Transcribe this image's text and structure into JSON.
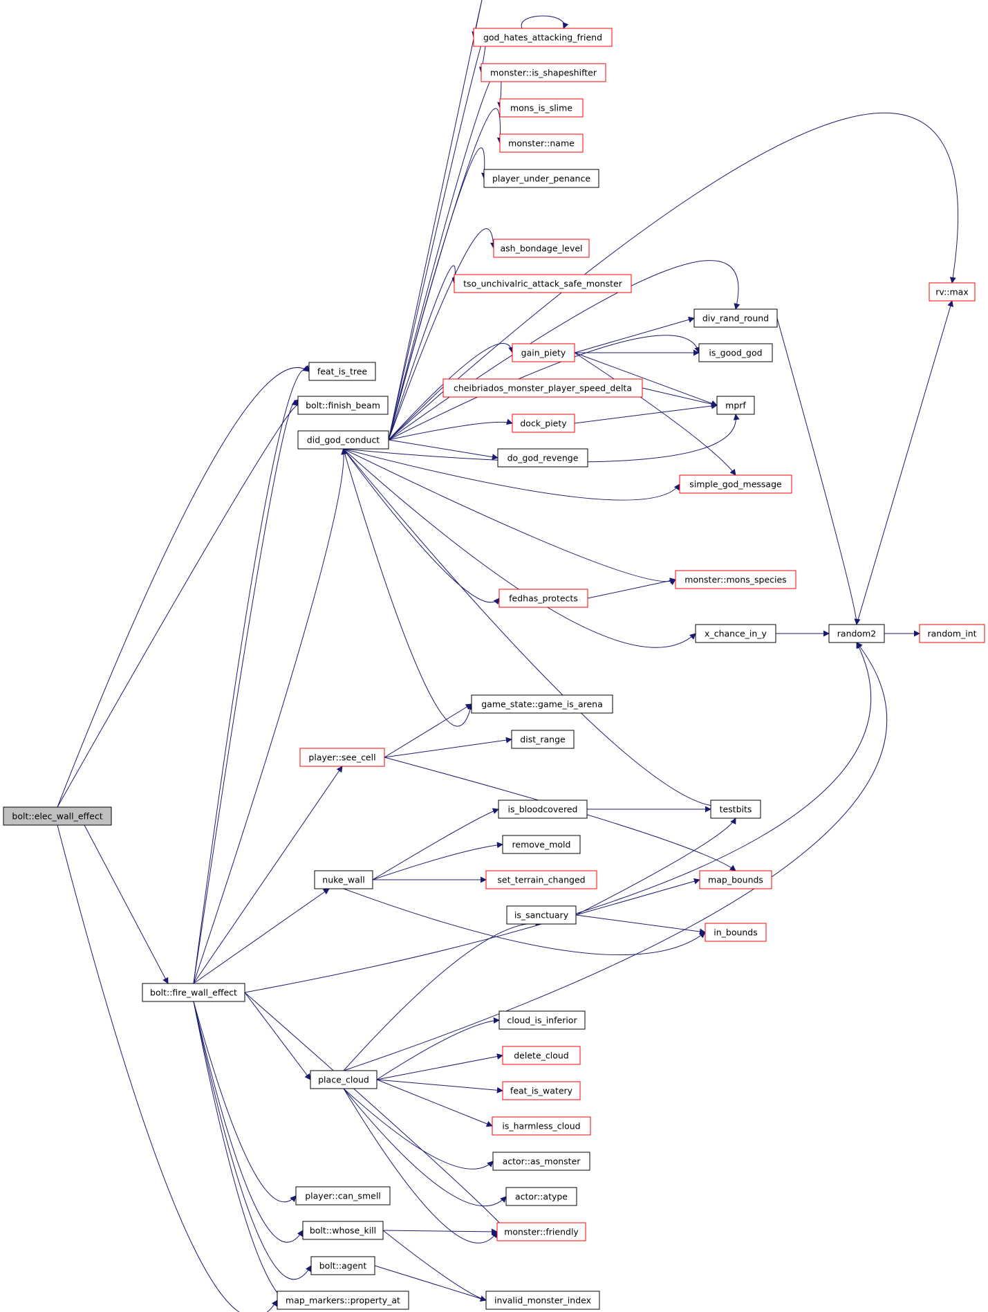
{
  "colors": {
    "edge": "#191970",
    "node_border_default": "#000000",
    "node_border_red": "#ff0000",
    "node_fill_root": "#bfbfbf",
    "node_fill": "#ffffff"
  },
  "nodes": [
    {
      "id": "elec",
      "label": "bolt::elec_wall_effect",
      "style": "root"
    },
    {
      "id": "fire",
      "label": "bolt::fire_wall_effect",
      "style": "black"
    },
    {
      "id": "feat_is_tree",
      "label": "feat_is_tree",
      "style": "black"
    },
    {
      "id": "finish_beam",
      "label": "bolt::finish_beam",
      "style": "black"
    },
    {
      "id": "did_god",
      "label": "did_god_conduct",
      "style": "black"
    },
    {
      "id": "god_hates",
      "label": "god_hates_attacking_friend",
      "style": "red"
    },
    {
      "id": "is_shapeshifter",
      "label": "monster::is_shapeshifter",
      "style": "red"
    },
    {
      "id": "mons_is_slime",
      "label": "mons_is_slime",
      "style": "red"
    },
    {
      "id": "monster_name",
      "label": "monster::name",
      "style": "red"
    },
    {
      "id": "player_under_penance",
      "label": "player_under_penance",
      "style": "black"
    },
    {
      "id": "ash_bondage",
      "label": "ash_bondage_level",
      "style": "red"
    },
    {
      "id": "tso_unchivalric",
      "label": "tso_unchivalric_attack_safe_monster",
      "style": "red"
    },
    {
      "id": "gain_piety",
      "label": "gain_piety",
      "style": "red"
    },
    {
      "id": "cheibriados",
      "label": "cheibriados_monster_player_speed_delta",
      "style": "red"
    },
    {
      "id": "dock_piety",
      "label": "dock_piety",
      "style": "red"
    },
    {
      "id": "do_god_revenge",
      "label": "do_god_revenge",
      "style": "black"
    },
    {
      "id": "div_rand_round",
      "label": "div_rand_round",
      "style": "black"
    },
    {
      "id": "is_good_god",
      "label": "is_good_god",
      "style": "black"
    },
    {
      "id": "mprf",
      "label": "mprf",
      "style": "black"
    },
    {
      "id": "simple_god_message",
      "label": "simple_god_message",
      "style": "red"
    },
    {
      "id": "mons_species",
      "label": "monster::mons_species",
      "style": "red"
    },
    {
      "id": "fedhas",
      "label": "fedhas_protects",
      "style": "red"
    },
    {
      "id": "x_chance",
      "label": "x_chance_in_y",
      "style": "black"
    },
    {
      "id": "random2",
      "label": "random2",
      "style": "black"
    },
    {
      "id": "random_int",
      "label": "random_int",
      "style": "red"
    },
    {
      "id": "rv_max",
      "label": "rv::max",
      "style": "red"
    },
    {
      "id": "game_is_arena",
      "label": "game_state::game_is_arena",
      "style": "black"
    },
    {
      "id": "see_cell",
      "label": "player::see_cell",
      "style": "red"
    },
    {
      "id": "dist_range",
      "label": "dist_range",
      "style": "black"
    },
    {
      "id": "testbits",
      "label": "testbits",
      "style": "black"
    },
    {
      "id": "is_bloodcovered",
      "label": "is_bloodcovered",
      "style": "black"
    },
    {
      "id": "remove_mold",
      "label": "remove_mold",
      "style": "black"
    },
    {
      "id": "nuke_wall",
      "label": "nuke_wall",
      "style": "black"
    },
    {
      "id": "set_terrain",
      "label": "set_terrain_changed",
      "style": "red"
    },
    {
      "id": "map_bounds",
      "label": "map_bounds",
      "style": "red"
    },
    {
      "id": "is_sanctuary",
      "label": "is_sanctuary",
      "style": "black"
    },
    {
      "id": "in_bounds",
      "label": "in_bounds",
      "style": "red"
    },
    {
      "id": "cloud_is_inferior",
      "label": "cloud_is_inferior",
      "style": "black"
    },
    {
      "id": "place_cloud",
      "label": "place_cloud",
      "style": "black"
    },
    {
      "id": "delete_cloud",
      "label": "delete_cloud",
      "style": "red"
    },
    {
      "id": "feat_is_watery",
      "label": "feat_is_watery",
      "style": "red"
    },
    {
      "id": "is_harmless_cloud",
      "label": "is_harmless_cloud",
      "style": "red"
    },
    {
      "id": "as_monster",
      "label": "actor::as_monster",
      "style": "black"
    },
    {
      "id": "atype",
      "label": "actor::atype",
      "style": "black"
    },
    {
      "id": "can_smell",
      "label": "player::can_smell",
      "style": "black"
    },
    {
      "id": "friendly",
      "label": "monster::friendly",
      "style": "red"
    },
    {
      "id": "whose_kill",
      "label": "bolt::whose_kill",
      "style": "black"
    },
    {
      "id": "agent",
      "label": "bolt::agent",
      "style": "black"
    },
    {
      "id": "property_at",
      "label": "map_markers::property_at",
      "style": "black"
    },
    {
      "id": "invalid_monster_index",
      "label": "invalid_monster_index",
      "style": "black"
    }
  ]
}
